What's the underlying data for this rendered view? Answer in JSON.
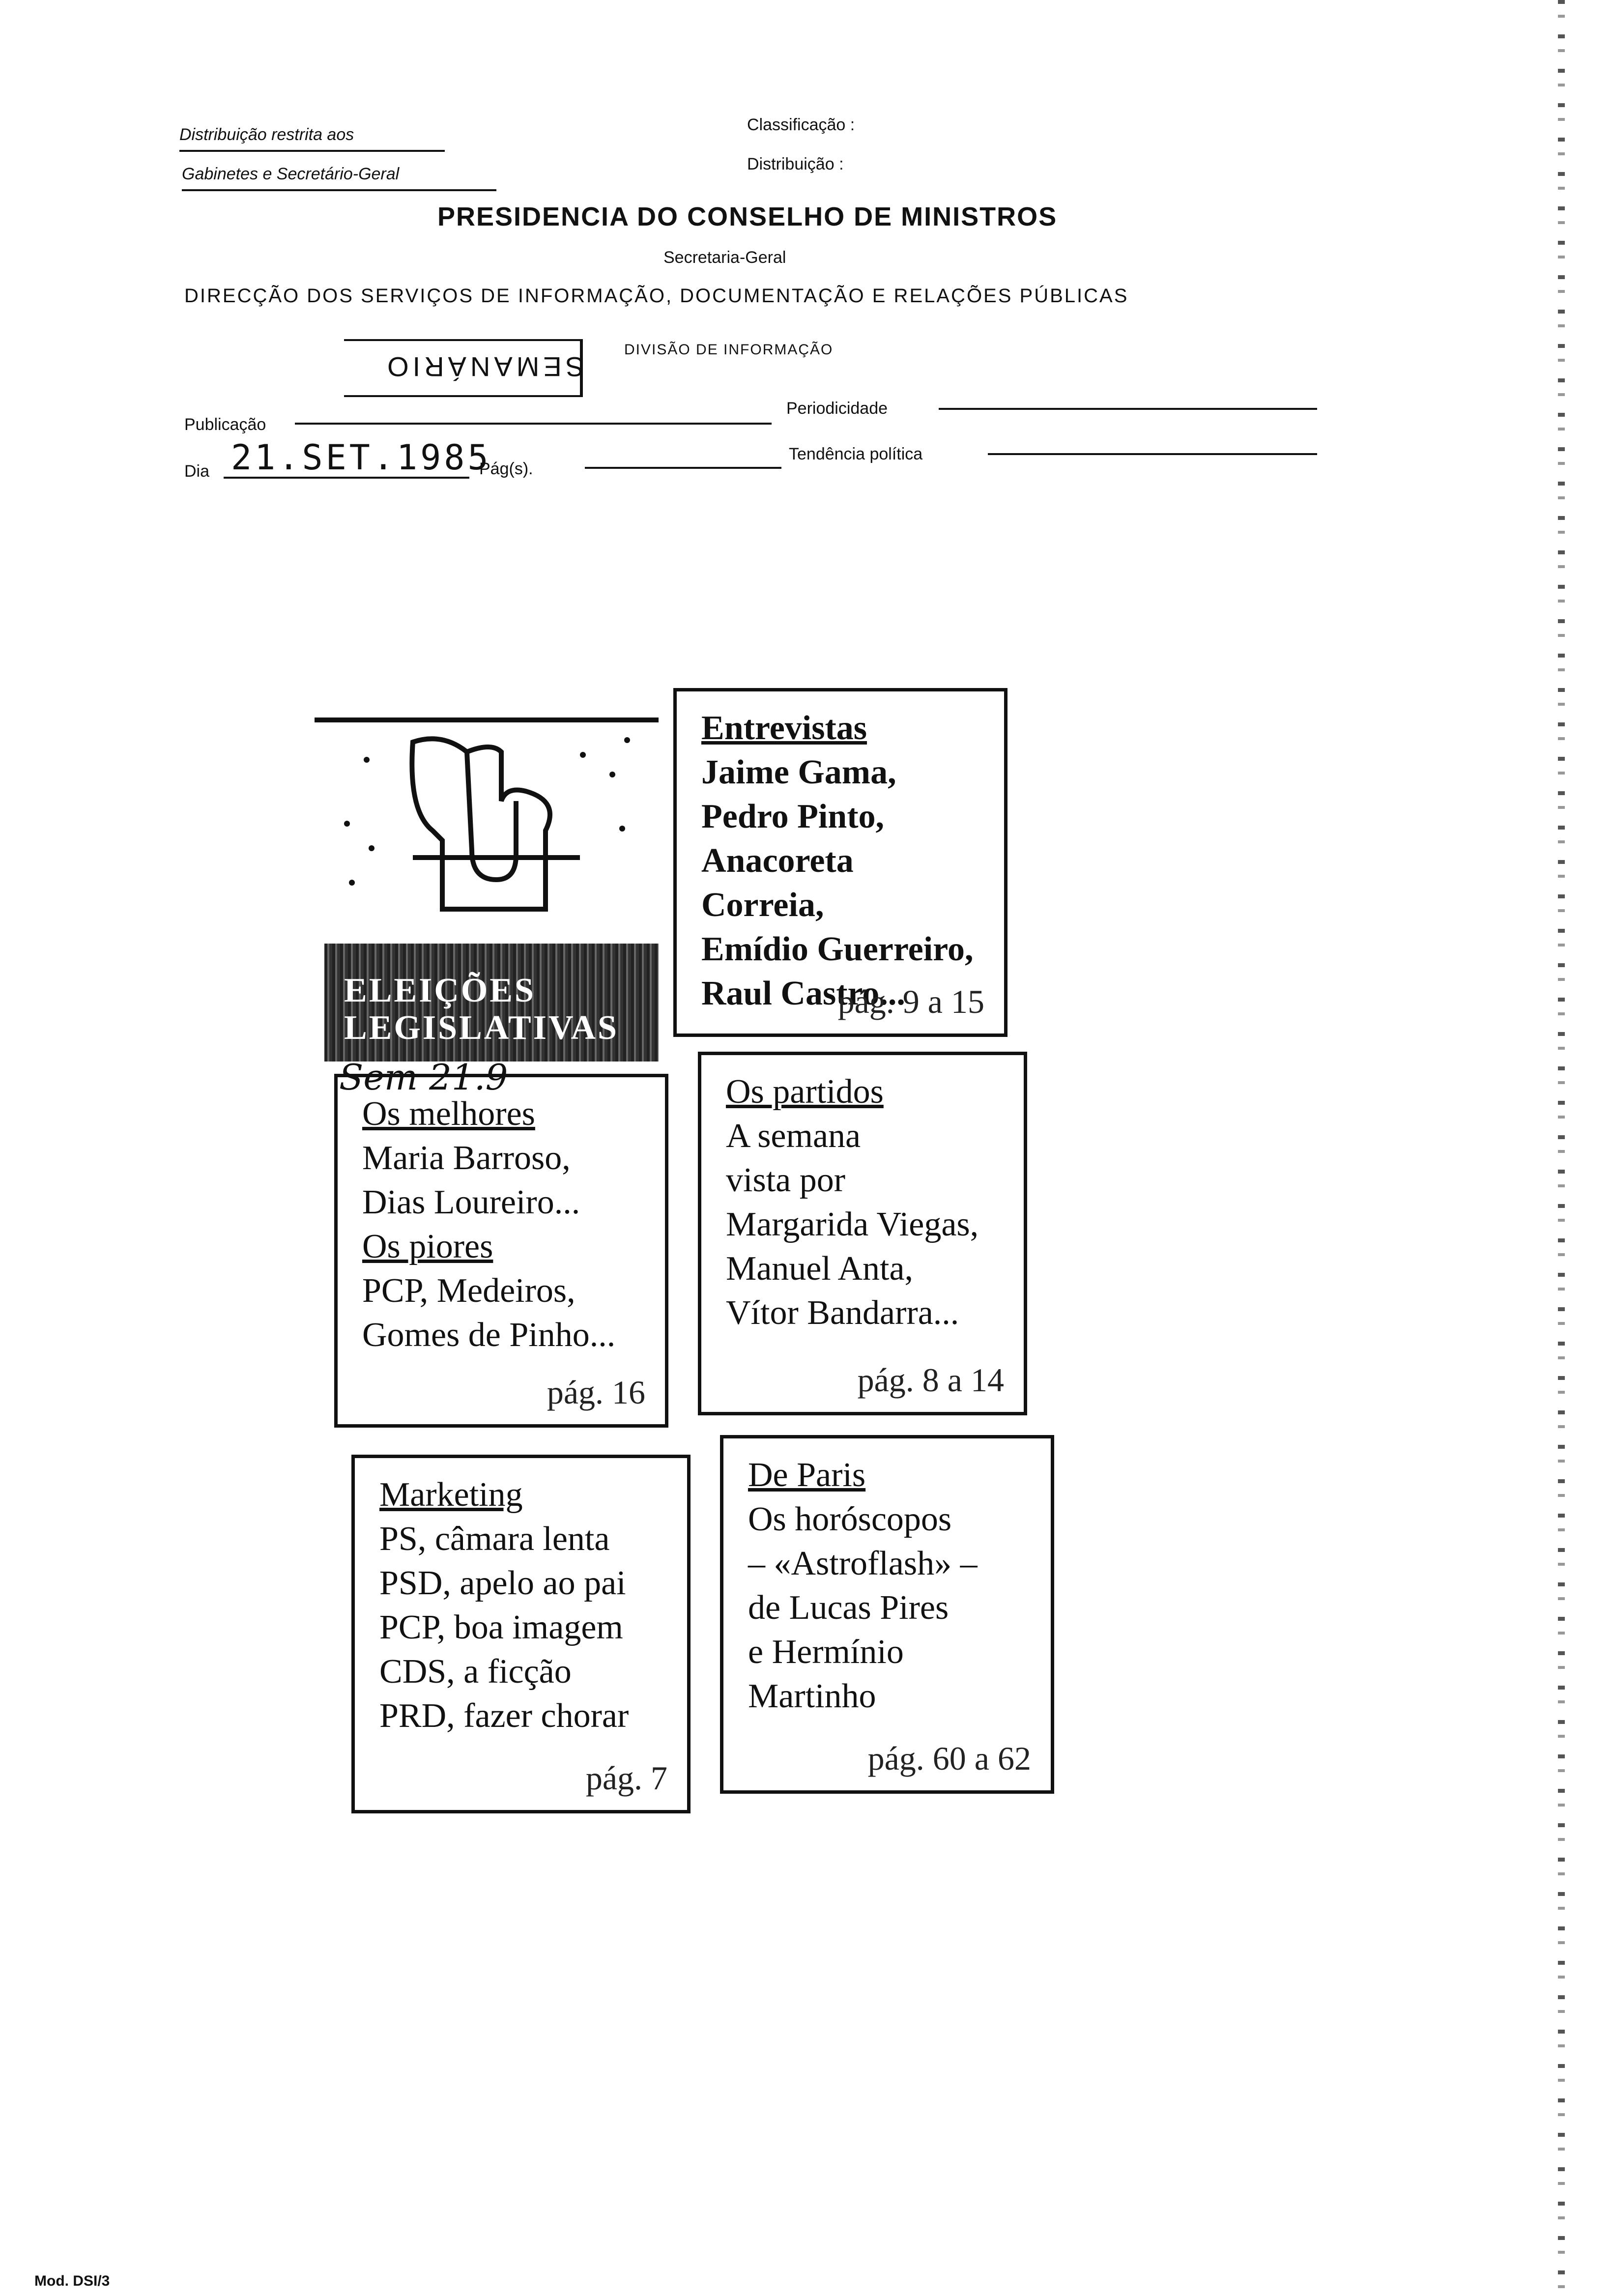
{
  "header": {
    "restricted_line1": "Distribuição restrita aos",
    "restricted_line2": "Gabinetes e Secretário-Geral",
    "classificacao": "Classificação :",
    "distribuicao": "Distribuição :",
    "title": "PRESIDENCIA DO CONSELHO DE MINISTROS",
    "subtitle": "Secretaria-Geral",
    "direccao": "DIRECÇÃO DOS SERVIÇOS DE INFORMAÇÃO, DOCUMENTAÇÃO E RELAÇÕES PÚBLICAS",
    "stamp": "SEMANÁRIO",
    "divisao": "DIVISÃO DE INFORMAÇÃO"
  },
  "form": {
    "publicacao_label": "Publicação",
    "dia_label": "Dia",
    "dia_value": "21.SET.1985",
    "pags_label": "Pág(s).",
    "periodicidade_label": "Periodicidade",
    "tendencia_label": "Tendência política"
  },
  "logo": {
    "line1": "ELEIÇÕES",
    "line2": "LEGISLATIVAS",
    "handwriting": "Sem 21.9"
  },
  "boxes": {
    "entrevistas": {
      "head": "Entrevistas",
      "l1": "Jaime Gama,",
      "l2": "Pedro Pinto,",
      "l3": "Anacoreta Correia,",
      "l4": "Emídio Guerreiro,",
      "l5": "Raul Castro...",
      "page": "pág. 9 a 15"
    },
    "melhores": {
      "head": "Os melhores",
      "l1": "Maria Barroso,",
      "l2": "Dias Loureiro...",
      "head2": "Os piores",
      "l3": "PCP, Medeiros,",
      "l4": "Gomes de Pinho...",
      "page": "pág. 16"
    },
    "partidos": {
      "head": "Os partidos",
      "l1": "A semana",
      "l2": "vista por",
      "l3": "Margarida Viegas,",
      "l4": "Manuel Anta,",
      "l5": "Vítor Bandarra...",
      "page": "pág. 8 a 14"
    },
    "marketing": {
      "head": "Marketing",
      "l1": "PS, câmara lenta",
      "l2": "PSD, apelo ao pai",
      "l3": "PCP, boa imagem",
      "l4": "CDS, a ficção",
      "l5": "PRD, fazer chorar",
      "page": "pág. 7"
    },
    "paris": {
      "head": "De Paris",
      "l1": "Os horóscopos",
      "l2": "– «Astroflash» –",
      "l3": "de Lucas Pires",
      "l4": "e Hermínio",
      "l5": "Martinho",
      "page": "pág. 60 a 62"
    }
  },
  "footer": {
    "mod": "Mod. DSI/3"
  }
}
